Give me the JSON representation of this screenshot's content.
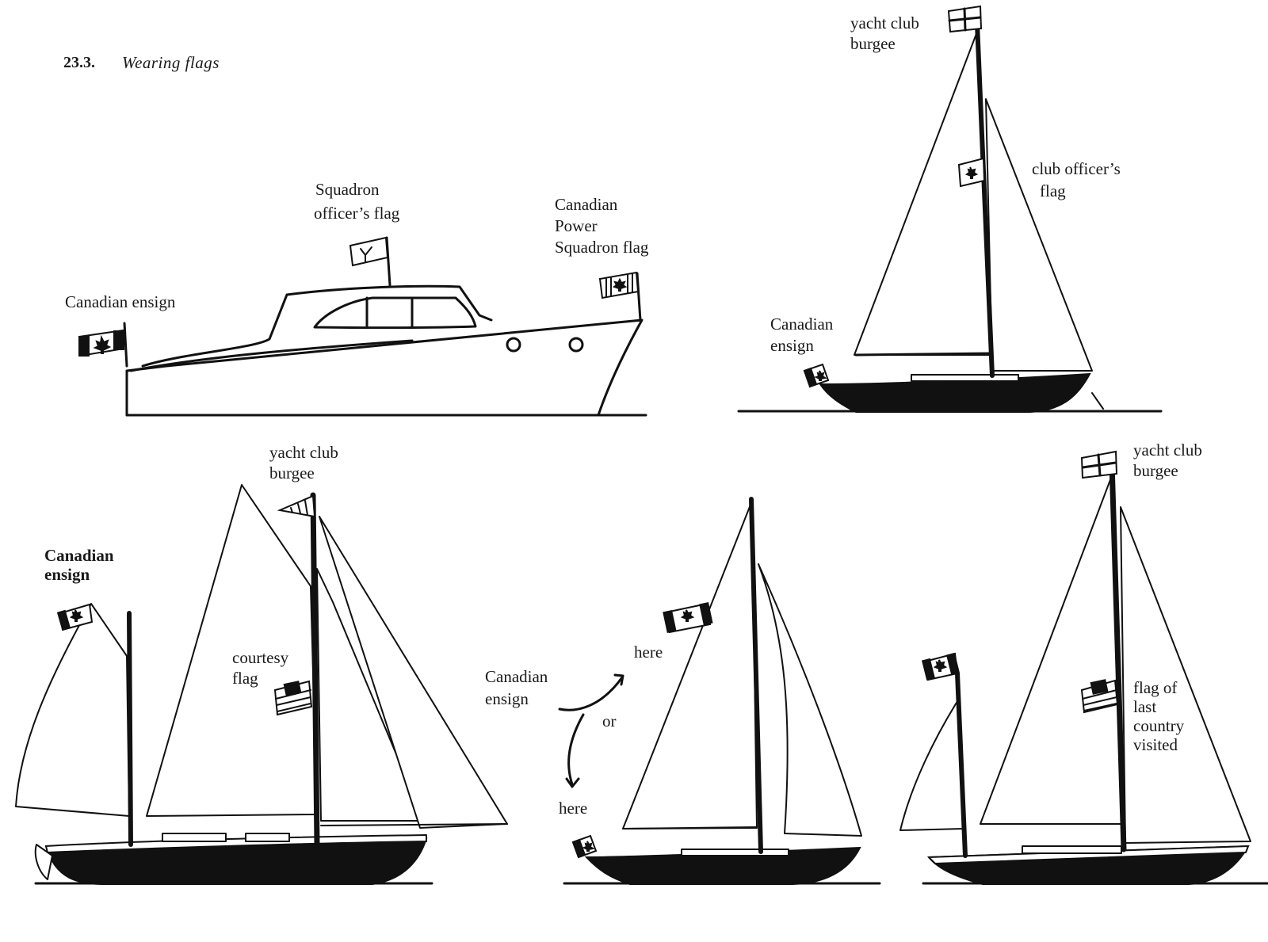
{
  "figure": {
    "number": "23.3.",
    "title": "Wearing flags"
  },
  "powerboat": {
    "ensign_label": "Canadian ensign",
    "officer_flag_label": [
      "Squadron",
      "officer’s flag"
    ],
    "power_squadron_label": [
      "Canadian",
      "Power",
      "Squadron flag"
    ]
  },
  "sloop": {
    "burgee_label": [
      "yacht club",
      "burgee"
    ],
    "officer_flag_label": [
      "club officer’s",
      "flag"
    ],
    "ensign_label": [
      "Canadian",
      "ensign"
    ]
  },
  "schooner": {
    "burgee_label": [
      "yacht club",
      "burgee"
    ],
    "ensign_label": [
      "Canadian",
      "ensign"
    ],
    "courtesy_label": [
      "courtesy",
      "flag"
    ]
  },
  "sloop_options": {
    "ensign_label": [
      "Canadian",
      "ensign"
    ],
    "here_upper": "here",
    "or": "or",
    "here_lower": "here"
  },
  "yawl": {
    "burgee_label": [
      "yacht club",
      "burgee"
    ],
    "last_country_label": [
      "flag of",
      "last",
      "country",
      "visited"
    ]
  }
}
